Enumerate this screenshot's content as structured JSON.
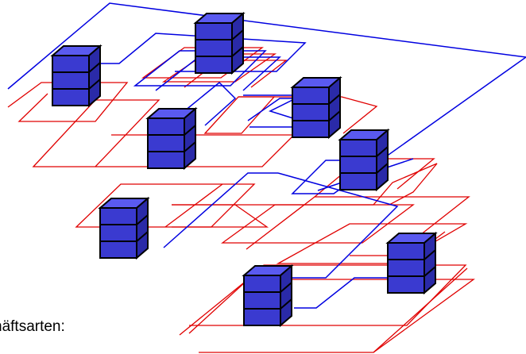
{
  "caption": "häftsarten:",
  "colors": {
    "blue_link": "#0000e0",
    "red_link": "#e00000",
    "server_front": "#3a3ad0",
    "server_top": "#5a5af0",
    "server_side": "#2a2aa8",
    "server_outline": "#000000"
  },
  "diagram": {
    "server_count": 8,
    "server_icon": "server-stack-icon",
    "units_per_server": 3
  }
}
